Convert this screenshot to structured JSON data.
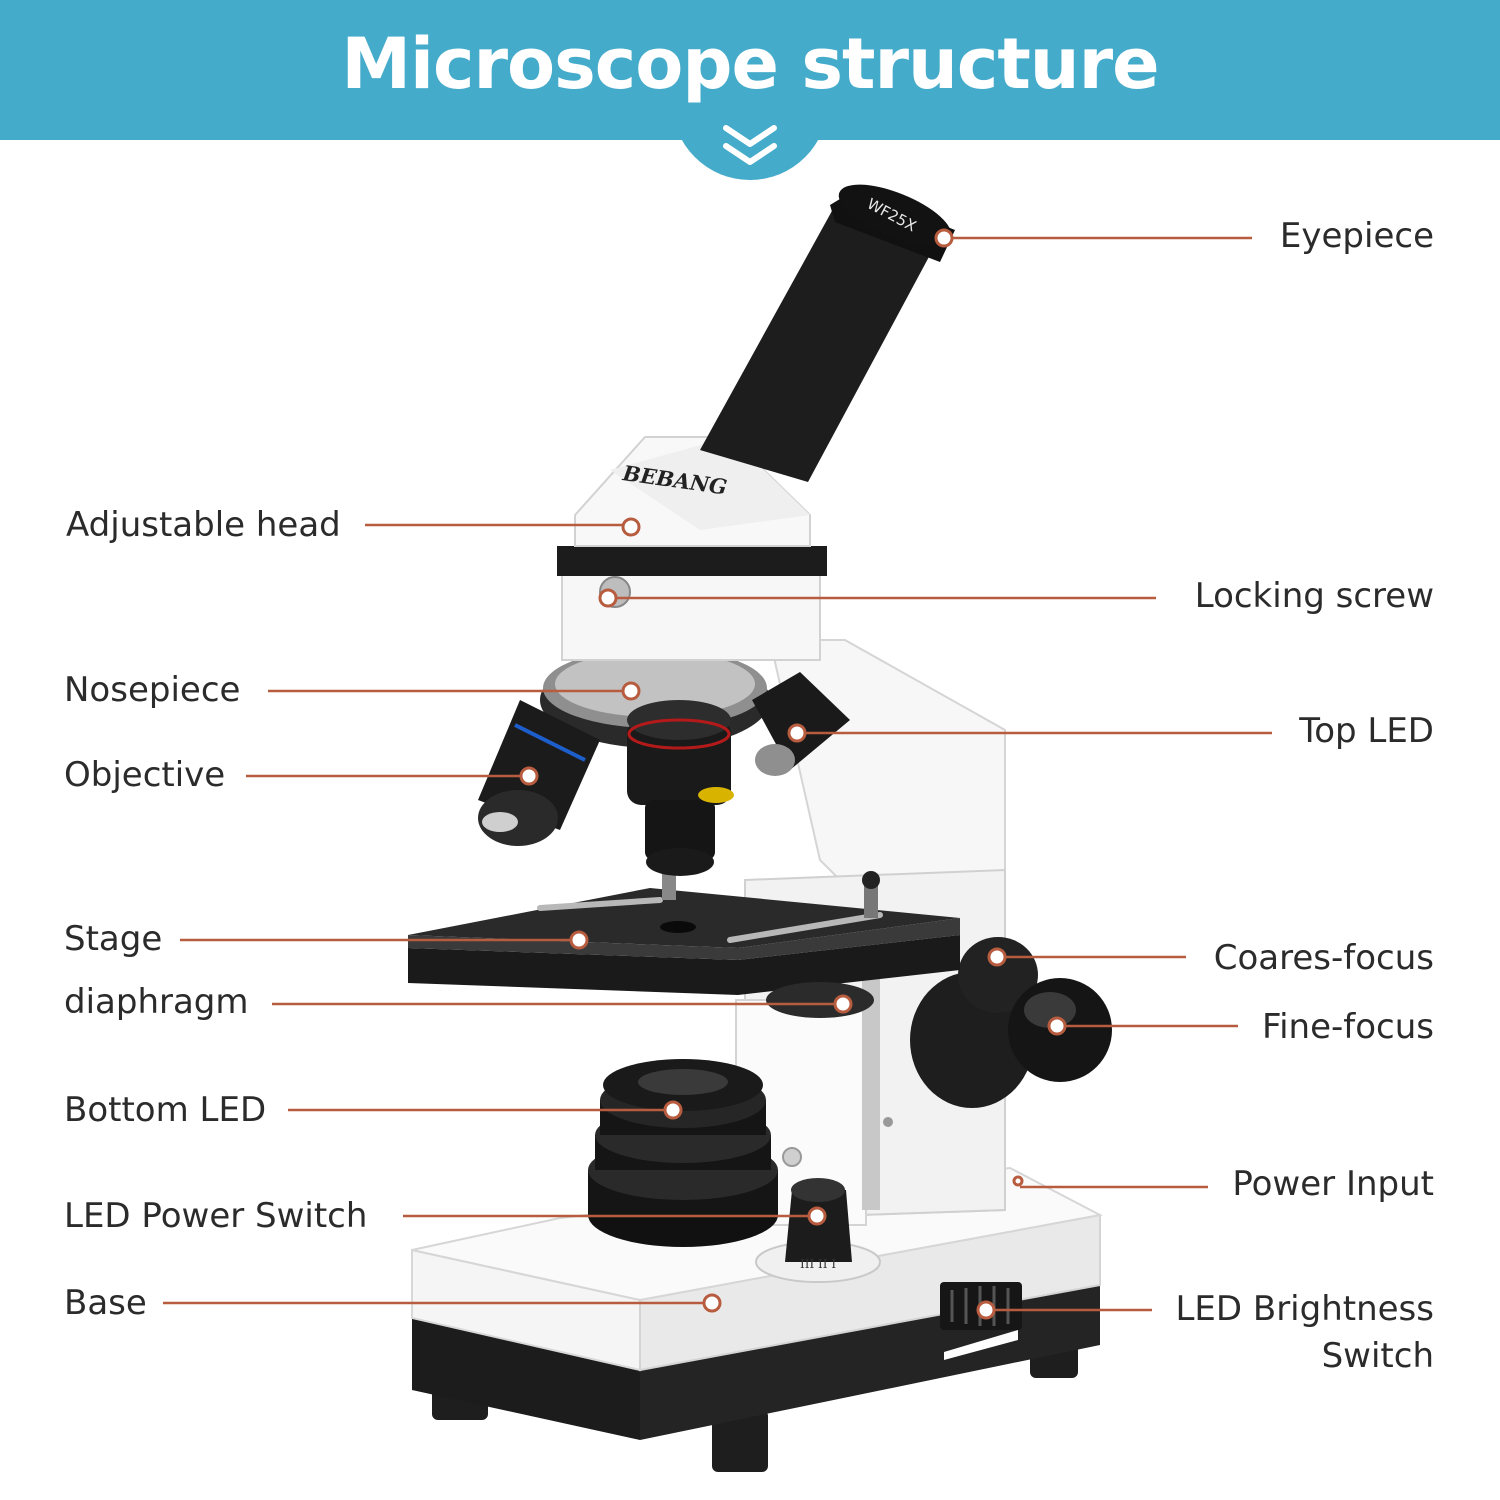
{
  "title": "Microscope structure",
  "brand_logo": "BEBANG",
  "eyepiece_marking": "WF25X",
  "colors": {
    "header": "#45abcb",
    "leader_line": "#b85c3f",
    "label_text": "#2b2b2b"
  },
  "icons": [
    "chevron-down-double-icon"
  ],
  "labels_left": [
    "Adjustable head",
    "Nosepiece",
    "Objective",
    "Stage",
    "diaphragm",
    "Bottom LED",
    "LED Power Switch",
    "Base"
  ],
  "labels_right": [
    "Eyepiece",
    "Locking screw",
    "Top LED",
    "Coares-focus",
    "Fine-focus",
    "Power Input",
    "LED Brightness",
    "Switch"
  ]
}
